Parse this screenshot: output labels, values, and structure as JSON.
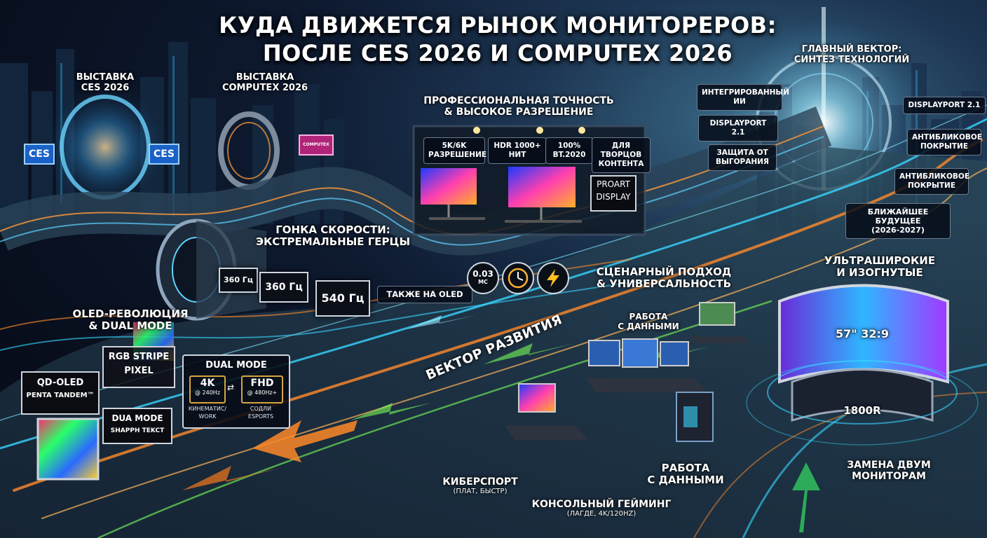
{
  "title": {
    "line1": "КУДА ДВИЖЕТСЯ РЫНОК МОНИТОРЕРОВ:",
    "line2": "ПОСЛЕ CES 2026 И COMPUTEX 2026"
  },
  "ces": {
    "line1": "ВЫСТАВКА",
    "line2": "CES 2026",
    "logo": "CES"
  },
  "computex": {
    "line1": "ВЫСТАВКА",
    "line2": "COMPUTEX 2026",
    "logo": "COMPUTEX"
  },
  "pro": {
    "line1": "ПРОФЕССИОНАЛЬНАЯ ТОЧНОСТЬ",
    "line2": "& ВЫСОКОЕ РАЗРЕШЕНИЕ",
    "boards": [
      {
        "l1": "5K/6K",
        "l2": "РАЗРЕШЕНИЕ"
      },
      {
        "l1": "HDR 1000+",
        "l2": "НИТ"
      },
      {
        "l1": "100%",
        "l2": "BT.2020"
      },
      {
        "l1": "ДЛЯ ТВОРЦОВ",
        "l2": "КОНТЕНТА"
      }
    ],
    "proart_l1": "PROART",
    "proart_l2": "DISPLAY"
  },
  "vector": {
    "line1": "ГЛАВНЫЙ ВЕКТОР:",
    "line2": "СИНТЕЗ ТЕХНОЛОГИЙ",
    "tags": {
      "ai_l1": "ИНТЕГРИРОВАННЫЙ",
      "ai_l2": "ИИ",
      "dp_left": "DISPLAYPORT 2.1",
      "burn_l1": "ЗАЩИТА ОТ",
      "burn_l2": "ВЫГОРАНИЯ",
      "dp_right": "DISPLAYPORT 2.1",
      "anti1_l1": "АНТИБЛИКОВОЕ",
      "anti1_l2": "ПОКРЫТИЕ",
      "anti2_l1": "АНТИБЛИКОВОЕ",
      "anti2_l2": "ПОКРЫТИЕ",
      "future_l1": "БЛИЖАЙШЕЕ БУДУЩЕЕ",
      "future_l2": "(2026-2027)"
    }
  },
  "speed": {
    "line1": "ГОНКА СКОРОСТИ:",
    "line2": "ЭКСТРЕМАЛЬНЫЕ ГЕРЦЫ",
    "m1": "360 Гц",
    "m2": "360 Гц",
    "m3": "540 Гц",
    "oled": "ТАКЖЕ НА OLED",
    "ms_value": "0.03",
    "ms_unit": "МС"
  },
  "oled": {
    "line1": "OLED-РЕВОЛЮЦИЯ",
    "line2": "& DUAL MODE",
    "qd_l1": "QD-OLED",
    "qd_l2": "PENTA TANDEM™",
    "rgb_l1": "RGB STRIPE",
    "rgb_l2": "PIXEL",
    "dua_l1": "DUA MODE",
    "dua_l2": "SHAPPH TEKCT"
  },
  "dual": {
    "title": "DUAL MODE",
    "left_big": "4K",
    "left_small": "@ 240Hz",
    "right_big": "FHD",
    "right_small": "@ 480Hz+",
    "left_note_l1": "КИНЕМАТИС/",
    "left_note_l2": "WORK",
    "right_note_l1": "COДЛИ",
    "right_note_l2": "ESPORTS"
  },
  "road_label": "ВЕКТОР РАЗВИТИЯ",
  "scenario": {
    "line1": "СЦЕНАРНЫЙ ПОДХОД",
    "line2": "& УНИВЕРСАЛЬНОСТЬ",
    "data_top_l1": "РАБОТА",
    "data_top_l2": "С ДАННЫМИ",
    "data_bottom_l1": "РАБОТА",
    "data_bottom_l2": "С ДАННЫМИ",
    "esports_l1": "КИБЕРСПОРТ",
    "esports_l2": "(ПЛАТ, БЫСТР)",
    "console_l1": "КОНСОЛЬНЫЙ ГЕЙМИНГ",
    "console_l2": "(ЛАГДЕ, 4K/120Hz)"
  },
  "ultra": {
    "line1": "УЛЬТРАШИРОКИЕ",
    "line2": "И ИЗОГНУТЫЕ",
    "spec": "57\" 32:9",
    "curve": "1800R",
    "replace_l1": "ЗАМЕНА ДВУМ",
    "replace_l2": "МОНИТОРАМ"
  },
  "colors": {
    "accent_cyan": "#38d6ff",
    "accent_orange": "#ff8a2a",
    "accent_green": "#7cff5a",
    "background": "#0a1424"
  }
}
